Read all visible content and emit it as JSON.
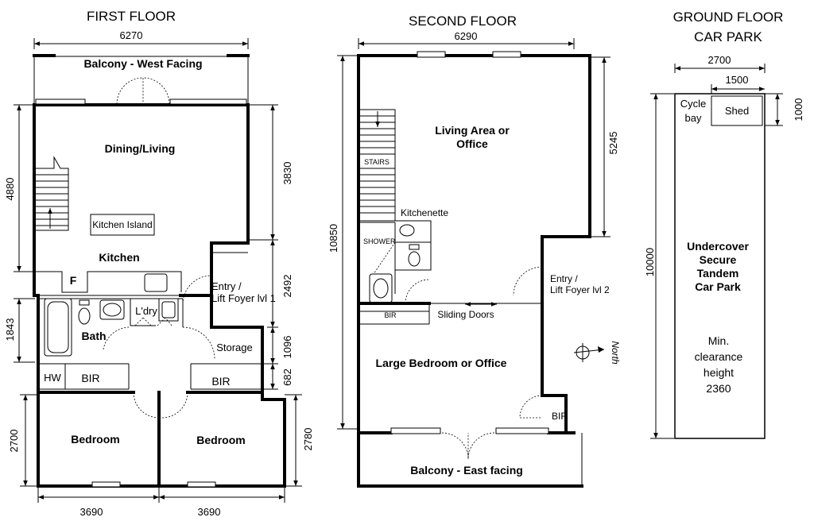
{
  "floors": {
    "first": {
      "title": "FIRST FLOOR",
      "dims": {
        "width": "6270",
        "left_upper": "4880",
        "right_upper": "3830",
        "right_mid": "2492",
        "right_storage": "1096",
        "right_bir": "682",
        "left_bath": "1843",
        "left_bed": "2700",
        "right_bed": "2780",
        "bottom_left": "3690",
        "bottom_right": "3690"
      },
      "labels": {
        "balcony": "Balcony - West Facing",
        "dining": "Dining/Living",
        "island": "Kitchen Island",
        "kitchen": "Kitchen",
        "fridge": "F",
        "entry1": "Entry /",
        "entry2": "Lift Foyer lvl 1",
        "laundry": "L'dry",
        "bath": "Bath",
        "storage": "Storage",
        "hw": "HW",
        "bir_left": "BIR",
        "bir_right": "BIR",
        "bed_left": "Bedroom",
        "bed_right": "Bedroom"
      }
    },
    "second": {
      "title": "SECOND FLOOR",
      "dims": {
        "width": "6290",
        "left_total": "10850",
        "right_upper": "5245"
      },
      "labels": {
        "living1": "Living Area or",
        "living2": "Office",
        "stairs": "STAIRS",
        "kitchenette": "Kitchenette",
        "shower": "SHOWER",
        "entry1": "Entry /",
        "entry2": "Lift Foyer lvl 2",
        "bir_small": "BIR",
        "sliding": "Sliding Doors",
        "bedroom": "Large Bedroom or Office",
        "north": "North",
        "bir_right": "BIR",
        "balcony": "Balcony - East facing"
      }
    },
    "ground": {
      "title1": "GROUND FLOOR",
      "title2": "CAR PARK",
      "dims": {
        "width": "2700",
        "shed_width": "1500",
        "shed_depth": "1000",
        "length": "10000"
      },
      "labels": {
        "cycle1": "Cycle",
        "cycle2": "bay",
        "shed": "Shed",
        "park1": "Undercover",
        "park2": "Secure",
        "park3": "Tandem",
        "park4": "Car Park",
        "min1": "Min.",
        "min2": "clearance",
        "min3": "height",
        "min4": "2360"
      }
    }
  }
}
